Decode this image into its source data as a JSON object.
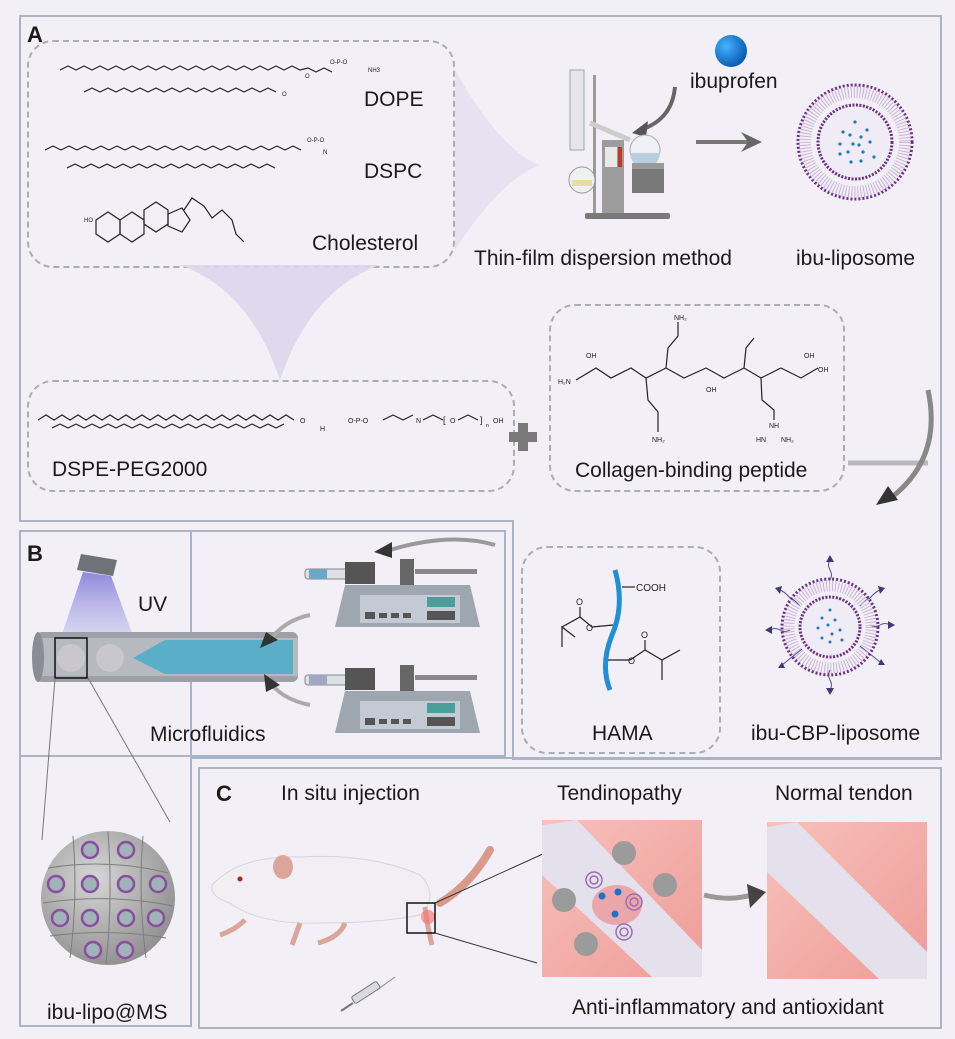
{
  "figure": {
    "panels": {
      "A": {
        "label": "A",
        "lipids": [
          "DOPE",
          "DSPC",
          "Cholesterol"
        ],
        "drug": "ibuprofen",
        "method": "Thin-film dispersion method",
        "product": "ibu-liposome",
        "pegylated_lipid": "DSPE-PEG2000",
        "peptide": "Collagen-binding peptide",
        "polymer": "HAMA",
        "final_product": "ibu-CBP-liposome",
        "chem_labels": {
          "dope_head": "NH3",
          "dspc_head": "N",
          "cholesterol_ho": "HO",
          "peg_oh": "OH",
          "hama_cooh": "COOH",
          "peptide_nh2": "NH2",
          "peptide_oh": "OH",
          "peptide_hn": "HN",
          "peptide_nh": "NH"
        }
      },
      "B": {
        "label": "B",
        "light": "UV",
        "process": "Microfluidics",
        "product": "ibu-lipo@MS"
      },
      "C": {
        "label": "C",
        "step": "In situ injection",
        "condition": "Tendinopathy",
        "outcome": "Normal tendon",
        "effect": "Anti-inflammatory and antioxidant"
      }
    },
    "colors": {
      "background": "#f3eff7",
      "panel_border": "#aab4c4",
      "dashed_border": "#a9adb5",
      "liposome_purple": "#6b2d86",
      "drug_blue": "#1a73c7",
      "hama_blue": "#1f8fd6",
      "tendon_pink": "#f2a6a2",
      "arrow_gray": "#555555"
    }
  }
}
